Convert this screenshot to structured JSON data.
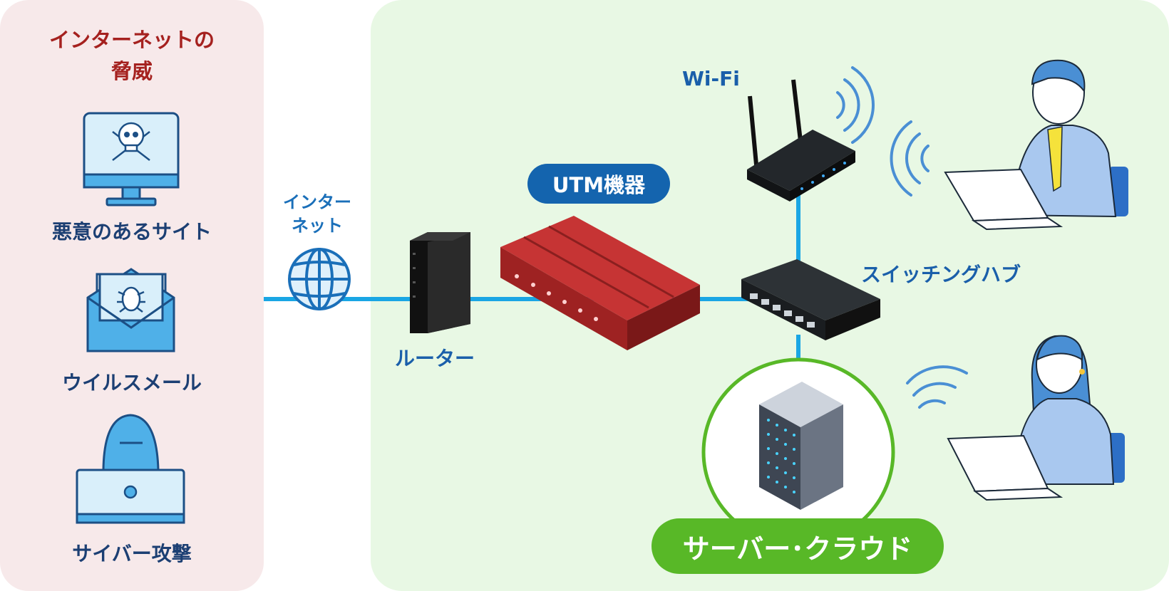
{
  "threats": {
    "title_line1": "インターネットの",
    "title_line2": "脅威",
    "items": [
      {
        "label": "悪意のあるサイト",
        "icon": "skull-monitor-icon"
      },
      {
        "label": "ウイルスメール",
        "icon": "virus-mail-icon"
      },
      {
        "label": "サイバー攻撃",
        "icon": "hacker-laptop-icon"
      }
    ]
  },
  "network": {
    "internet_line1": "インター",
    "internet_line2": "ネット",
    "router": "ルーター",
    "utm": "UTM機器",
    "wifi": "Wi-Fi",
    "switch": "スイッチングハブ",
    "server": "サーバー･クラウド"
  },
  "colors": {
    "threat_panel": "#f7e9ea",
    "network_panel": "#e8f8e4",
    "cable": "#1aa6e4",
    "utm_red": "#b82a2a",
    "server_green": "#58b827",
    "label_blue": "#1a5faa",
    "threat_red": "#a5211f"
  }
}
